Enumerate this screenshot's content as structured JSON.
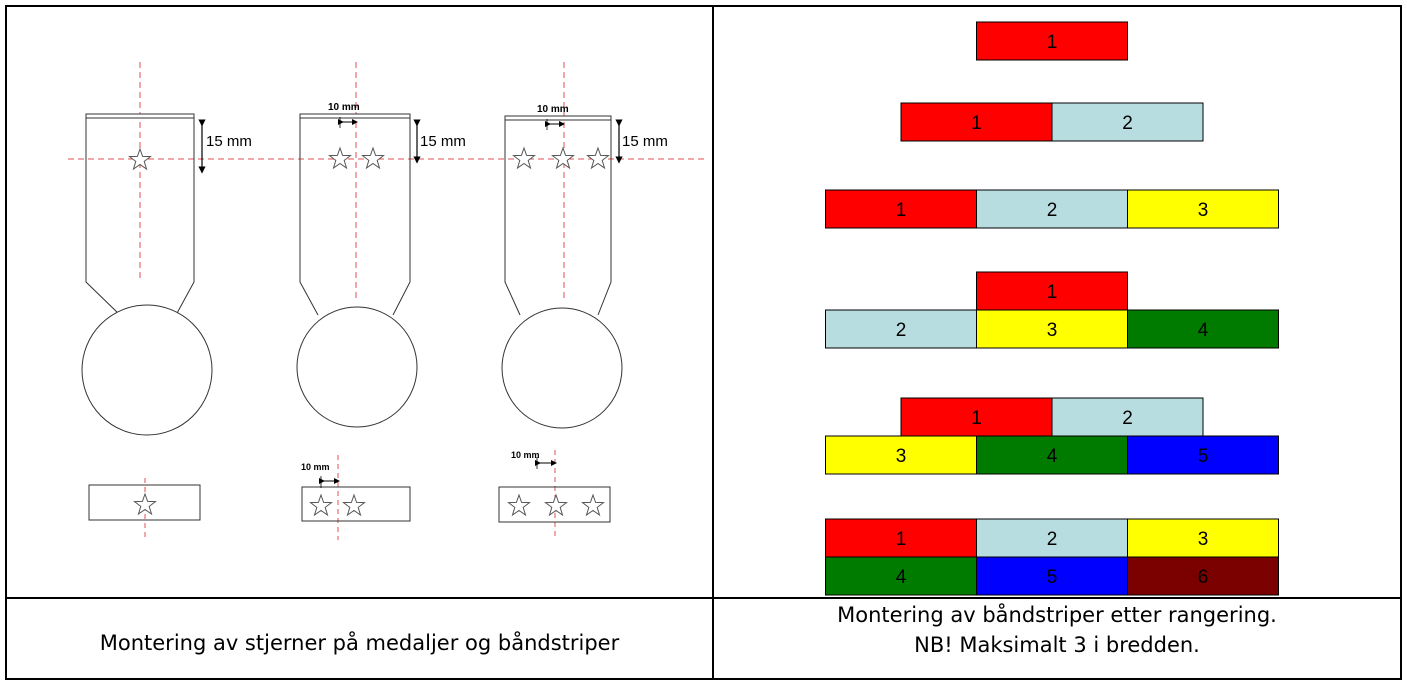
{
  "title_partial": {
    "part1": "",
    "part2": ""
  },
  "left_panel": {
    "dimension_15mm": "15 mm",
    "dimension_10mm": "10 mm",
    "caption": "Montering av stjerner på medaljer og båndstriper"
  },
  "right_panel": {
    "caption_line1": "Montering av båndstriper etter rangering.",
    "caption_line2": "NB! Maksimalt 3 i bredden.",
    "colors": {
      "red": "#ff0000",
      "lightblue": "#b8dde1",
      "yellow": "#ffff00",
      "green": "#007b00",
      "blue": "#0000ff",
      "darkred": "#7b0000"
    },
    "groups": [
      {
        "rows": [
          [
            {
              "n": "1",
              "c": "red"
            }
          ]
        ]
      },
      {
        "rows": [
          [
            {
              "n": "1",
              "c": "red"
            },
            {
              "n": "2",
              "c": "lightblue"
            }
          ]
        ]
      },
      {
        "rows": [
          [
            {
              "n": "1",
              "c": "red"
            },
            {
              "n": "2",
              "c": "lightblue"
            },
            {
              "n": "3",
              "c": "yellow"
            }
          ]
        ]
      },
      {
        "rows": [
          [
            {
              "n": "1",
              "c": "red"
            }
          ],
          [
            {
              "n": "2",
              "c": "lightblue"
            },
            {
              "n": "3",
              "c": "yellow"
            },
            {
              "n": "4",
              "c": "green"
            }
          ]
        ]
      },
      {
        "rows": [
          [
            {
              "n": "1",
              "c": "red"
            },
            {
              "n": "2",
              "c": "lightblue"
            }
          ],
          [
            {
              "n": "3",
              "c": "yellow"
            },
            {
              "n": "4",
              "c": "green"
            },
            {
              "n": "5",
              "c": "blue"
            }
          ]
        ]
      },
      {
        "rows": [
          [
            {
              "n": "1",
              "c": "red"
            },
            {
              "n": "2",
              "c": "lightblue"
            },
            {
              "n": "3",
              "c": "yellow"
            }
          ],
          [
            {
              "n": "4",
              "c": "green"
            },
            {
              "n": "5",
              "c": "blue"
            },
            {
              "n": "6",
              "c": "darkred"
            }
          ]
        ]
      }
    ]
  }
}
